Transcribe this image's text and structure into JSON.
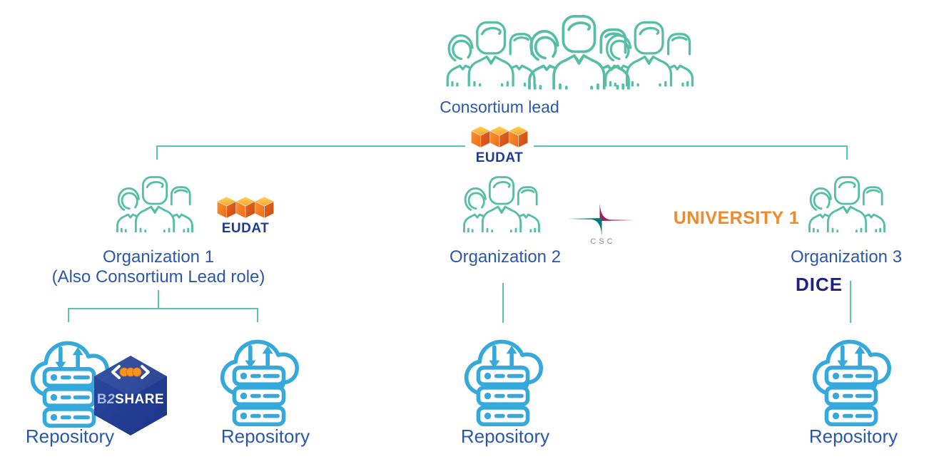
{
  "title": "Consortium lead",
  "eudat": {
    "name": "EUDAT"
  },
  "organizations": [
    {
      "name": "Organization 1",
      "note": "(Also Consortium Lead role)",
      "partner_logo": "EUDAT"
    },
    {
      "name": "Organization 2",
      "partner_logo": "CSC"
    },
    {
      "name": "Organization 3",
      "partner_text": "UNIVERSITY 1",
      "service_text": "DICE"
    }
  ],
  "partners": {
    "csc_label": "CSC",
    "university_label": "UNIVERSITY 1",
    "dice_label": "DICE"
  },
  "b2share": {
    "b2": "B2",
    "share": "SHARE"
  },
  "repositories": [
    {
      "label": "Repository"
    },
    {
      "label": "Repository"
    },
    {
      "label": "Repository"
    },
    {
      "label": "Repository"
    }
  ],
  "icons": {
    "consortium": "team-group-icon",
    "organization": "team-icon",
    "repository": "cloud-server-icon",
    "eudat": "eudat-cubes-icon",
    "csc": "csc-star-icon",
    "b2share": "b2share-cube-icon"
  },
  "colors": {
    "people_teal": "#56BEA6",
    "connector_teal": "#5BC4AE",
    "text_blue": "#2B58A8",
    "eudat_navy": "#1E3B8F",
    "dice_navy": "#1D2087",
    "university_orange": "#F08A2C",
    "cloud_cyan": "#35A9DC",
    "b2share_navy": "#1F3B8D",
    "csc_teal": "#00747C",
    "csc_magenta": "#A21C64",
    "eudat_cube_orange": "#F58220"
  }
}
